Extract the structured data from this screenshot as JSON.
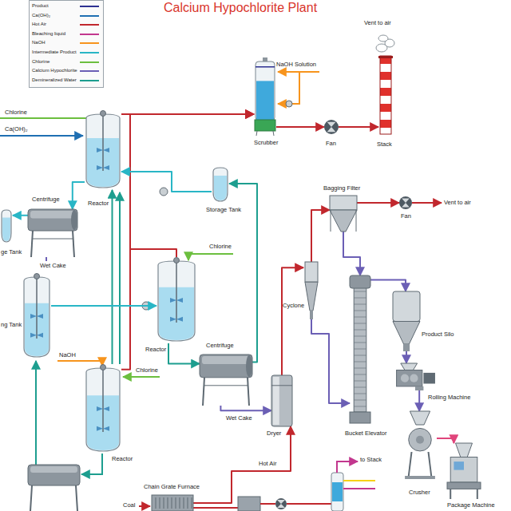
{
  "diagram": {
    "title": "Calcium Hypochlorite Plant",
    "nodes": [
      {
        "text": [
          "Scrubber"
        ]
      },
      {
        "text": [
          "Fan"
        ]
      },
      {
        "text": [
          "Vent to air",
          "Stack"
        ]
      },
      {
        "text": [
          "Reactor"
        ]
      },
      {
        "text": [
          "ge Tank"
        ]
      },
      {
        "text": [
          "Centrifuge"
        ]
      },
      {
        "text": [
          "Storage Tank"
        ]
      },
      {
        "text": [
          "ng Tank"
        ]
      },
      {
        "text": [
          "Reactor"
        ]
      },
      {
        "text": [
          "Centrifuge"
        ]
      },
      {
        "text": [
          "Reactor"
        ]
      },
      {
        "text": [
          "Dryer"
        ]
      },
      {
        "text": [
          "Chain Grate Furnace"
        ]
      },
      {
        "text": [
          "Cyclone"
        ]
      },
      {
        "text": [
          "Bagging Filter"
        ]
      },
      {
        "text": [
          "Fan"
        ]
      },
      {
        "text": [
          "Bucket Elevator"
        ]
      },
      {
        "text": [
          "Product Silo"
        ]
      },
      {
        "text": [
          "Rolling Machine"
        ]
      },
      {
        "text": [
          "Crusher"
        ]
      },
      {
        "text": [
          "Package Machine"
        ]
      }
    ],
    "edges": [
      {
        "from": 3,
        "to": 0,
        "arrow": "to"
      },
      {
        "from": 8,
        "to": 0,
        "arrow": "to"
      },
      {
        "from": 10,
        "to": 0,
        "arrow": "to"
      },
      {
        "from": 0,
        "to": 1,
        "arrow": "to"
      },
      {
        "from": 1,
        "to": 2,
        "arrow": "to"
      },
      {
        "from": 6,
        "to": 3,
        "arrow": "to"
      },
      {
        "from": 3,
        "to": 5,
        "arrow": "to"
      },
      {
        "from": 5,
        "to": 4,
        "arrow": "to"
      },
      {
        "from": 10,
        "to": 3,
        "arrow": "to"
      },
      {
        "from": 7,
        "to": 8,
        "arrow": "to"
      },
      {
        "from": 8,
        "to": 9,
        "arrow": "to"
      },
      {
        "from": 9,
        "to": 6,
        "arrow": "to"
      },
      {
        "from": 9,
        "to": 11,
        "arrow": "to"
      },
      {
        "from": 12,
        "to": 11,
        "label": "Hot Air",
        "arrow": "to"
      },
      {
        "from": 11,
        "to": 13,
        "arrow": "to"
      },
      {
        "from": 13,
        "to": 14,
        "arrow": "to"
      },
      {
        "from": 14,
        "to": 15,
        "arrow": "to"
      },
      {
        "from": 13,
        "to": 16,
        "arrow": "to"
      },
      {
        "from": 14,
        "to": 16,
        "arrow": "to"
      },
      {
        "from": 16,
        "to": 17,
        "arrow": "to"
      },
      {
        "from": 17,
        "to": 18,
        "arrow": "to"
      },
      {
        "from": 18,
        "to": 19,
        "arrow": "to"
      },
      {
        "from": 19,
        "to": 20,
        "arrow": "to"
      }
    ],
    "labels": [
      "Chlorine",
      "Ca(OH)₂",
      "Wet Cake",
      "Chlorine",
      "NaOH",
      "Chlorine",
      "NaOH Solution",
      "Vent to air",
      "Wet Cake",
      "Coal",
      "to Stack"
    ],
    "legend": [
      {
        "text": "Product",
        "color": "#2e3192"
      },
      {
        "text": "Ca(OH)₂",
        "color": "#1f6fb2"
      },
      {
        "text": "Hot Air",
        "color": "#c1272d"
      },
      {
        "text": "Bleaching liquid",
        "color": "#c2378e"
      },
      {
        "text": "NaOH",
        "color": "#f7941d"
      },
      {
        "text": "Intermediate Product",
        "color": "#29b6c6"
      },
      {
        "text": "Chlorine",
        "color": "#6cbf3f"
      },
      {
        "text": "Calcium Hypochlorite",
        "color": "#6b5fb5"
      },
      {
        "text": "Demineralized Water",
        "color": "#1d9e8f"
      }
    ]
  }
}
